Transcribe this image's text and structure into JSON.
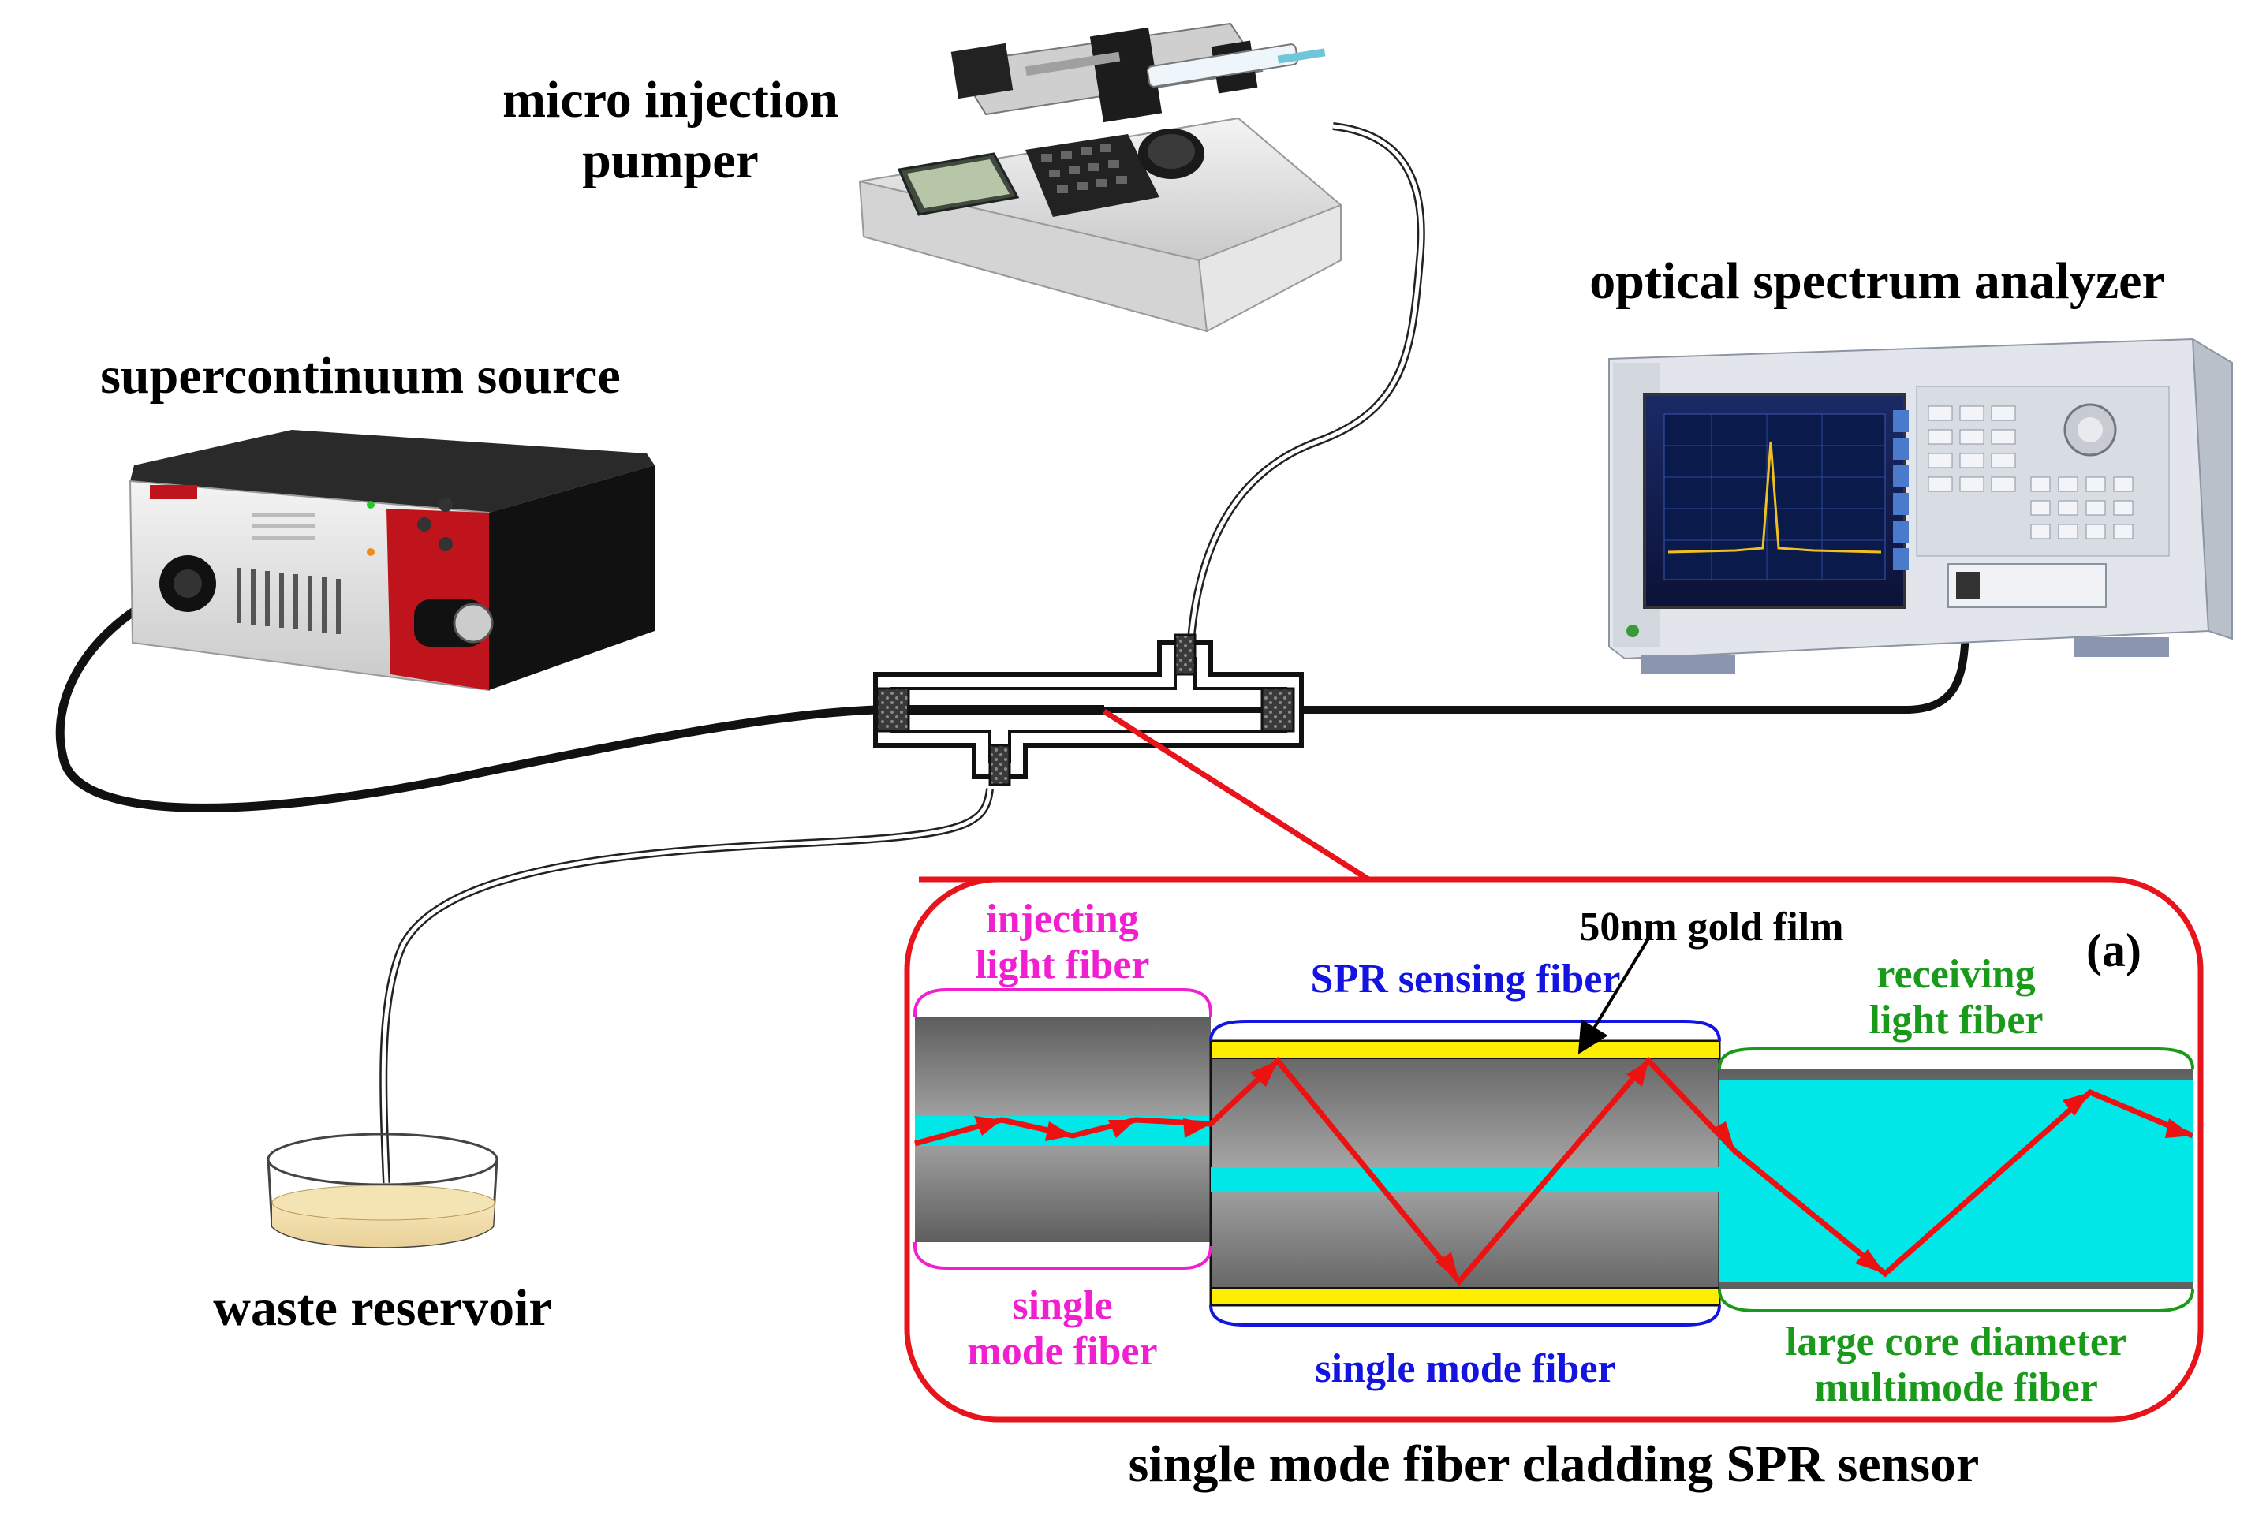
{
  "labels": {
    "micro_injection_pumper_line1": "micro injection",
    "micro_injection_pumper_line2": "pumper",
    "optical_spectrum_analyzer": "optical spectrum analyzer",
    "supercontinuum_source": "supercontinuum source",
    "waste_reservoir": "waste reservoir",
    "sensor_caption": "single mode fiber cladding SPR sensor"
  },
  "inset": {
    "panel_tag": "(a)",
    "gold_film": "50nm gold film",
    "injecting_line1": "injecting",
    "injecting_line2": "light fiber",
    "single_line1": "single",
    "single_line2": "mode fiber",
    "spr_sensing": "SPR sensing fiber",
    "single_mode_fiber": "single mode fiber",
    "receiving_line1": "receiving",
    "receiving_line2": "light fiber",
    "large_core_line1": "large core diameter",
    "large_core_line2": "multimode fiber"
  },
  "colors": {
    "inset_border": "#e8141c",
    "ray": "#ee1111",
    "magenta_label": "#f020d0",
    "blue_label": "#1414e0",
    "green_label": "#1a9a1a",
    "core": "#00e8e8",
    "cladding": "#8a8a8a",
    "gold": "#ffee00",
    "source_red": "#c0141c"
  },
  "icons": {
    "pump": "syringe-pump-device",
    "analyzer": "spectrum-analyzer-device",
    "source": "light-source-device",
    "reservoir": "petri-dish",
    "flow_cell": "t-junction-flow-cell"
  }
}
